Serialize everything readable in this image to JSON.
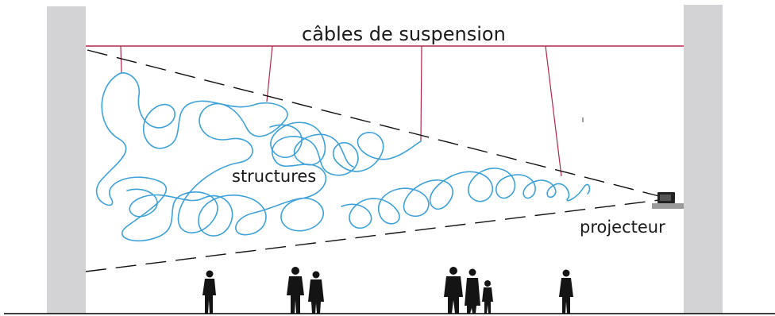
{
  "labels": {
    "cables": "câbles de suspension",
    "structures": "structures",
    "projector": "projecteur"
  },
  "colors": {
    "wall": "#d3d3d5",
    "cable": "#b0294a",
    "structure": "#3ea1d8",
    "beam": "#111111",
    "people": "#141414",
    "projector_body": "#222222",
    "projector_shelf": "#9a9a9a",
    "floor": "#000000"
  }
}
